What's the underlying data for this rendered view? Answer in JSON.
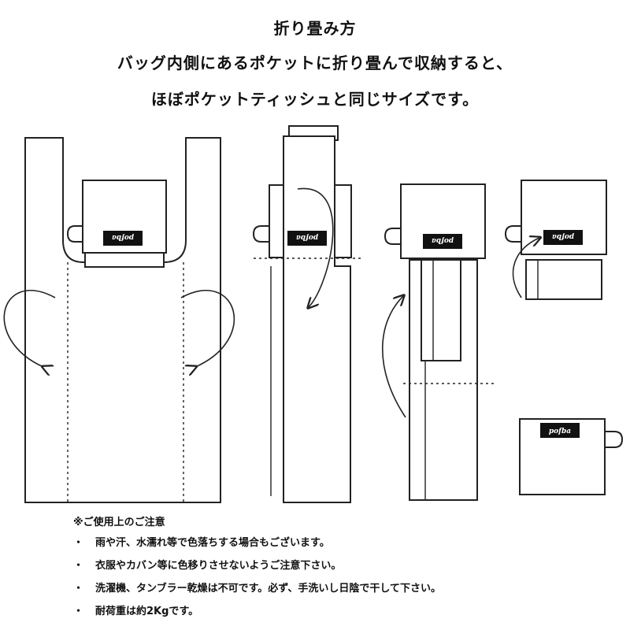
{
  "header": {
    "title": "折り畳み方",
    "subtitle_line1": "バッグ内側にあるポケットに折り畳んで収納すると、",
    "subtitle_line2": "ほぼポケットティッシュと同じサイズです。"
  },
  "diagram": {
    "brand_label": "pofba",
    "brand_label_flipped": "pofba"
  },
  "notes": {
    "title": "※ご使用上のご注意",
    "bullet": "・",
    "items": [
      "雨や汗、水濡れ等で色落ちする場合もございます。",
      "衣服やカバン等に色移りさせないようご注意下さい。",
      "洗濯機、タンブラー乾燥は不可です。必ず、手洗いし日陰で干して下さい。",
      "耐荷重は約2Kgです。"
    ]
  }
}
